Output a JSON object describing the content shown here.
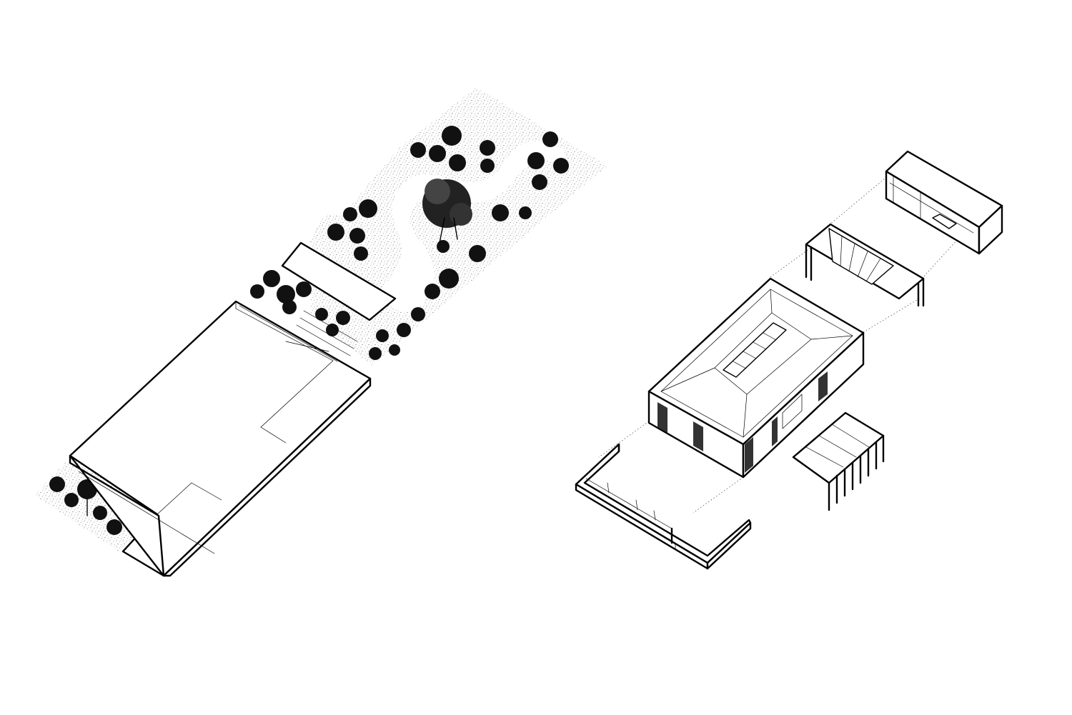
{
  "drawing": {
    "type": "axonometric site plan and exploded building axonometric",
    "labels": [],
    "colors": {
      "ink": "#000000",
      "paper": "#ffffff",
      "ground_stipple": "#9a9a9a"
    },
    "site_plan": {
      "parts": [
        "stippled-garden-ground",
        "serpentine-path",
        "tree-clusters",
        "main-building-footprint",
        "annex-footprint",
        "steps"
      ]
    },
    "exploded_axonometric": {
      "parts": [
        "roof-module-with-eaves",
        "monitor-skylight",
        "open-frame-canopy",
        "entry-pavilion-box",
        "pergola",
        "l-shaped-ground-wall"
      ]
    }
  }
}
